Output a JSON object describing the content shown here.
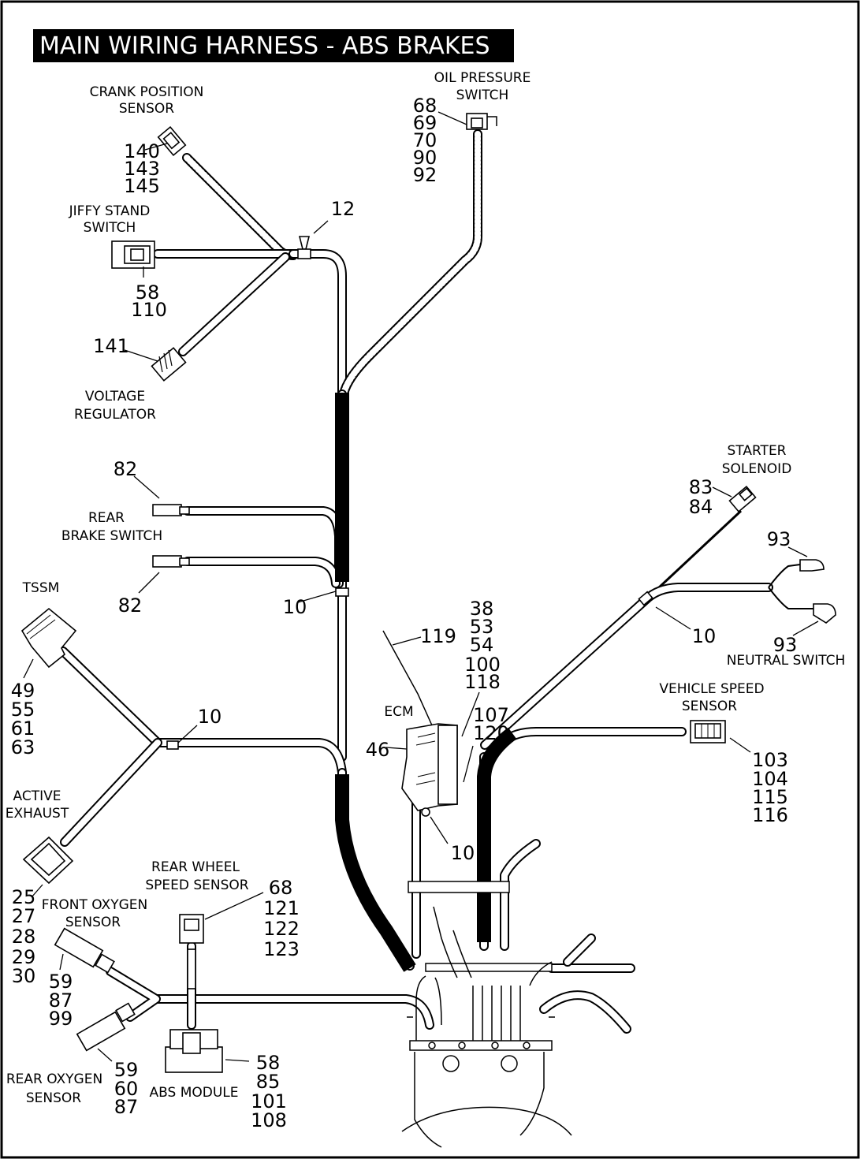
{
  "title": "MAIN WIRING HARNESS - ABS BRAKES",
  "components": {
    "crank_position_sensor": [
      "CRANK POSITION",
      "SENSOR"
    ],
    "oil_pressure_switch": [
      "OIL PRESSURE",
      "SWITCH"
    ],
    "jiffy_stand_switch": [
      "JIFFY STAND",
      "SWITCH"
    ],
    "voltage_regulator": [
      "VOLTAGE",
      "REGULATOR"
    ],
    "rear_brake_switch": [
      "REAR",
      "BRAKE SWITCH"
    ],
    "tssm": [
      "TSSM"
    ],
    "active_exhaust": [
      "ACTIVE",
      "EXHAUST"
    ],
    "front_oxygen_sensor": [
      "FRONT OXYGEN",
      "SENSOR"
    ],
    "rear_wheel_speed_sensor": [
      "REAR WHEEL",
      "SPEED SENSOR"
    ],
    "rear_oxygen_sensor": [
      "REAR OXYGEN",
      "SENSOR"
    ],
    "abs_module": [
      "ABS MODULE"
    ],
    "ecm": [
      "ECM"
    ],
    "starter_solenoid": [
      "STARTER",
      "SOLENOID"
    ],
    "neutral_switch": [
      "NEUTRAL SWITCH"
    ],
    "vehicle_speed_sensor": [
      "VEHICLE SPEED",
      "SENSOR"
    ]
  },
  "callouts": {
    "crank": [
      "140",
      "143",
      "145"
    ],
    "oil": [
      "68",
      "69",
      "70",
      "90",
      "92"
    ],
    "clip_top": [
      "12"
    ],
    "jiffy": [
      "58",
      "110"
    ],
    "voltage": [
      "141"
    ],
    "brake_upper": [
      "82"
    ],
    "brake_lower": [
      "82"
    ],
    "clip_mid": [
      "10"
    ],
    "tssm": [
      "49",
      "55",
      "61",
      "63"
    ],
    "clip_left": [
      "10"
    ],
    "active_exhaust": [
      "25",
      "27",
      "28",
      "29",
      "30"
    ],
    "front_o2": [
      "59",
      "87",
      "99"
    ],
    "rear_wheel": [
      "68",
      "121",
      "122",
      "123"
    ],
    "rear_o2": [
      "59",
      "60",
      "87"
    ],
    "abs": [
      "58",
      "85",
      "101",
      "108"
    ],
    "ecm_side": [
      "46"
    ],
    "ecm_top": [
      "38",
      "53",
      "54",
      "100",
      "118"
    ],
    "ecm_right": [
      "107",
      "120"
    ],
    "tie_119": [
      "119"
    ],
    "clip_ecm": [
      "10"
    ],
    "starter": [
      "83",
      "84"
    ],
    "neutral_upper": [
      "93"
    ],
    "neutral_lower": [
      "93"
    ],
    "clip_right": [
      "10"
    ],
    "vss": [
      "103",
      "104",
      "115",
      "116"
    ]
  }
}
